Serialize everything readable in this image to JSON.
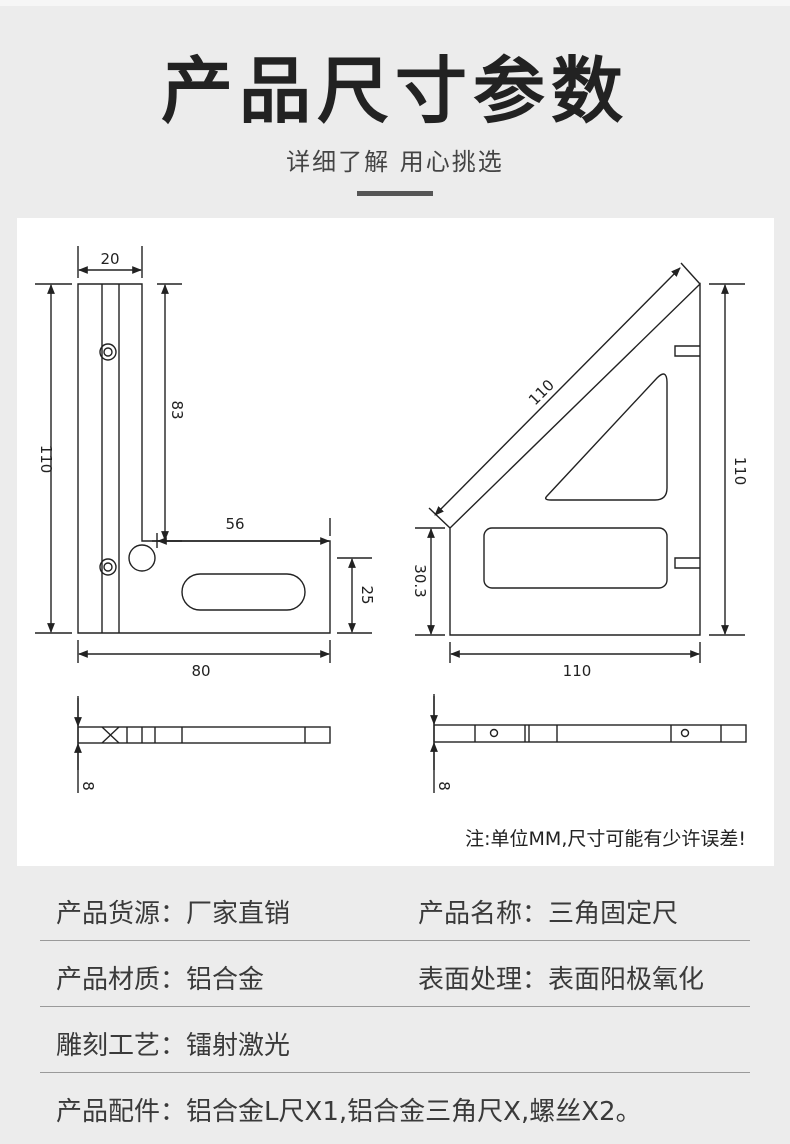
{
  "header": {
    "title": "产品尺寸参数",
    "subtitle": "详细了解 用心挑选"
  },
  "drawing": {
    "l_square": {
      "top_width": "20",
      "height": "110",
      "inner_height": "83",
      "inner_length": "56",
      "foot_height": "25",
      "total_length": "80",
      "thickness": "8"
    },
    "triangle_square": {
      "hypotenuse": "110",
      "height": "110",
      "base_height": "30.3",
      "base_length": "110",
      "thickness": "8"
    },
    "note": "注:单位MM,尺寸可能有少许误差!"
  },
  "specs": [
    [
      {
        "label": "产品货源",
        "value": "厂家直销"
      },
      {
        "label": "产品名称",
        "value": "三角固定尺"
      }
    ],
    [
      {
        "label": "产品材质",
        "value": "铝合金"
      },
      {
        "label": "表面处理",
        "value": "表面阳极氧化"
      }
    ],
    [
      {
        "label": "雕刻工艺",
        "value": "镭射激光"
      }
    ],
    [
      {
        "label": "产品配件",
        "value": "铝合金L尺X1,铝合金三角尺X,螺丝X2。"
      }
    ]
  ]
}
